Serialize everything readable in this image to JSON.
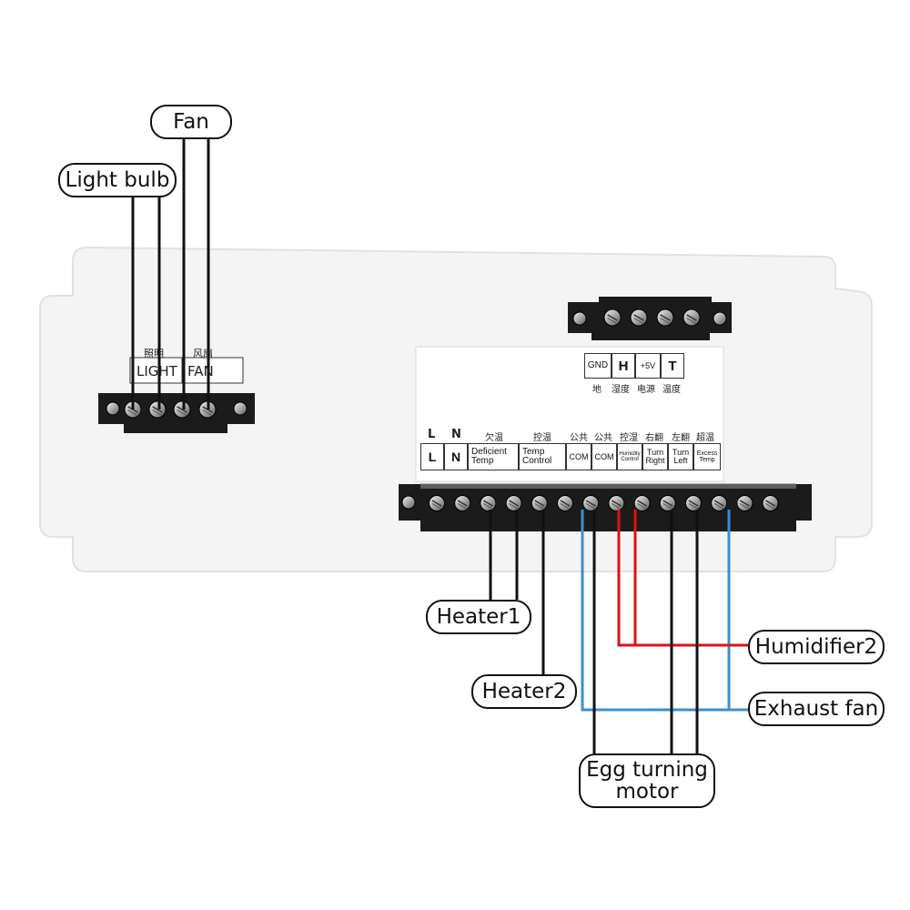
{
  "callouts": {
    "fan": "Fan",
    "light_bulb": "Light bulb",
    "heater1": "Heater1",
    "heater2": "Heater2",
    "humidifier2": "Humidifier2",
    "exhaust_fan": "Exhaust fan",
    "egg_turning_line1": "Egg turning",
    "egg_turning_line2": "motor"
  },
  "left_block": {
    "cn_light": "照明",
    "cn_fan": "风扇",
    "light": "LIGHT",
    "fan": "FAN"
  },
  "sensor_block": {
    "gnd": "GND",
    "h": "H",
    "v5": "+5V",
    "t": "T",
    "cn_ground": "地",
    "cn_humidity": "湿度",
    "cn_power": "电源",
    "cn_temp": "温度"
  },
  "main_block": {
    "l_top": "L",
    "n_top": "N",
    "cn_deficient": "欠温",
    "cn_temp_control": "控温",
    "cn_common1": "公共",
    "cn_common2": "公共",
    "cn_humidity_control": "控湿",
    "cn_turn_right": "右翻",
    "cn_turn_left": "左翻",
    "cn_excess": "超温",
    "l": "L",
    "n": "N",
    "deficient_temp_1": "Deficient",
    "deficient_temp_2": "Temp",
    "temp_control_1": "Temp",
    "temp_control_2": "Control",
    "com1": "COM",
    "com2": "COM",
    "humidity_control_1": "Humidity",
    "humidity_control_2": "Control",
    "turn_right_1": "Turn",
    "turn_right_2": "Right",
    "turn_left_1": "Turn",
    "turn_left_2": "Left",
    "excess_temp_1": "Excess",
    "excess_temp_2": "Temp"
  },
  "colors": {
    "board": "#f4f4f4",
    "terminal": "#1b1b1b",
    "wire_black": "#111111",
    "wire_red": "#e01010",
    "wire_blue": "#3a8fd0"
  }
}
